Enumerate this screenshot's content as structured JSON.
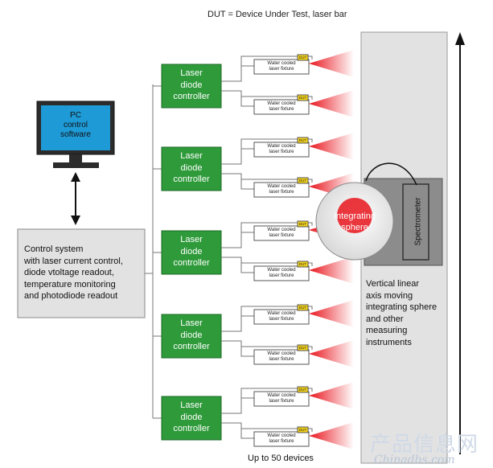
{
  "top_note": "DUT = Device Under Test, laser bar",
  "pc": {
    "label": "PC\ncontrol\nsoftware"
  },
  "control_system": {
    "label": "Control system\nwith laser current control,\ndiode vtoltage readout,\ntemperature monitoring\nand photodiode readout"
  },
  "controller_label": "Laser\ndiode\ncontroller",
  "fixture_label": "Water cooled\nlaser fixture",
  "dut_label": "DUT",
  "sphere_label": "Integrating\nsphere",
  "spectrometer_label": "Spectrometer",
  "axis_label": "Vertical linear\naxis moving\nintegrating sphere\nand other\nmeasuring\ninstruments",
  "bottom_note": "Up to 50 devices",
  "watermark": {
    "cn": "产品信息网",
    "url": "Chinadbs.com"
  },
  "colors": {
    "controller": "#2e9a3a",
    "laser_beam": "#e8141c",
    "monitor": "#1e9ad6",
    "panel": "#e2e2e2"
  }
}
